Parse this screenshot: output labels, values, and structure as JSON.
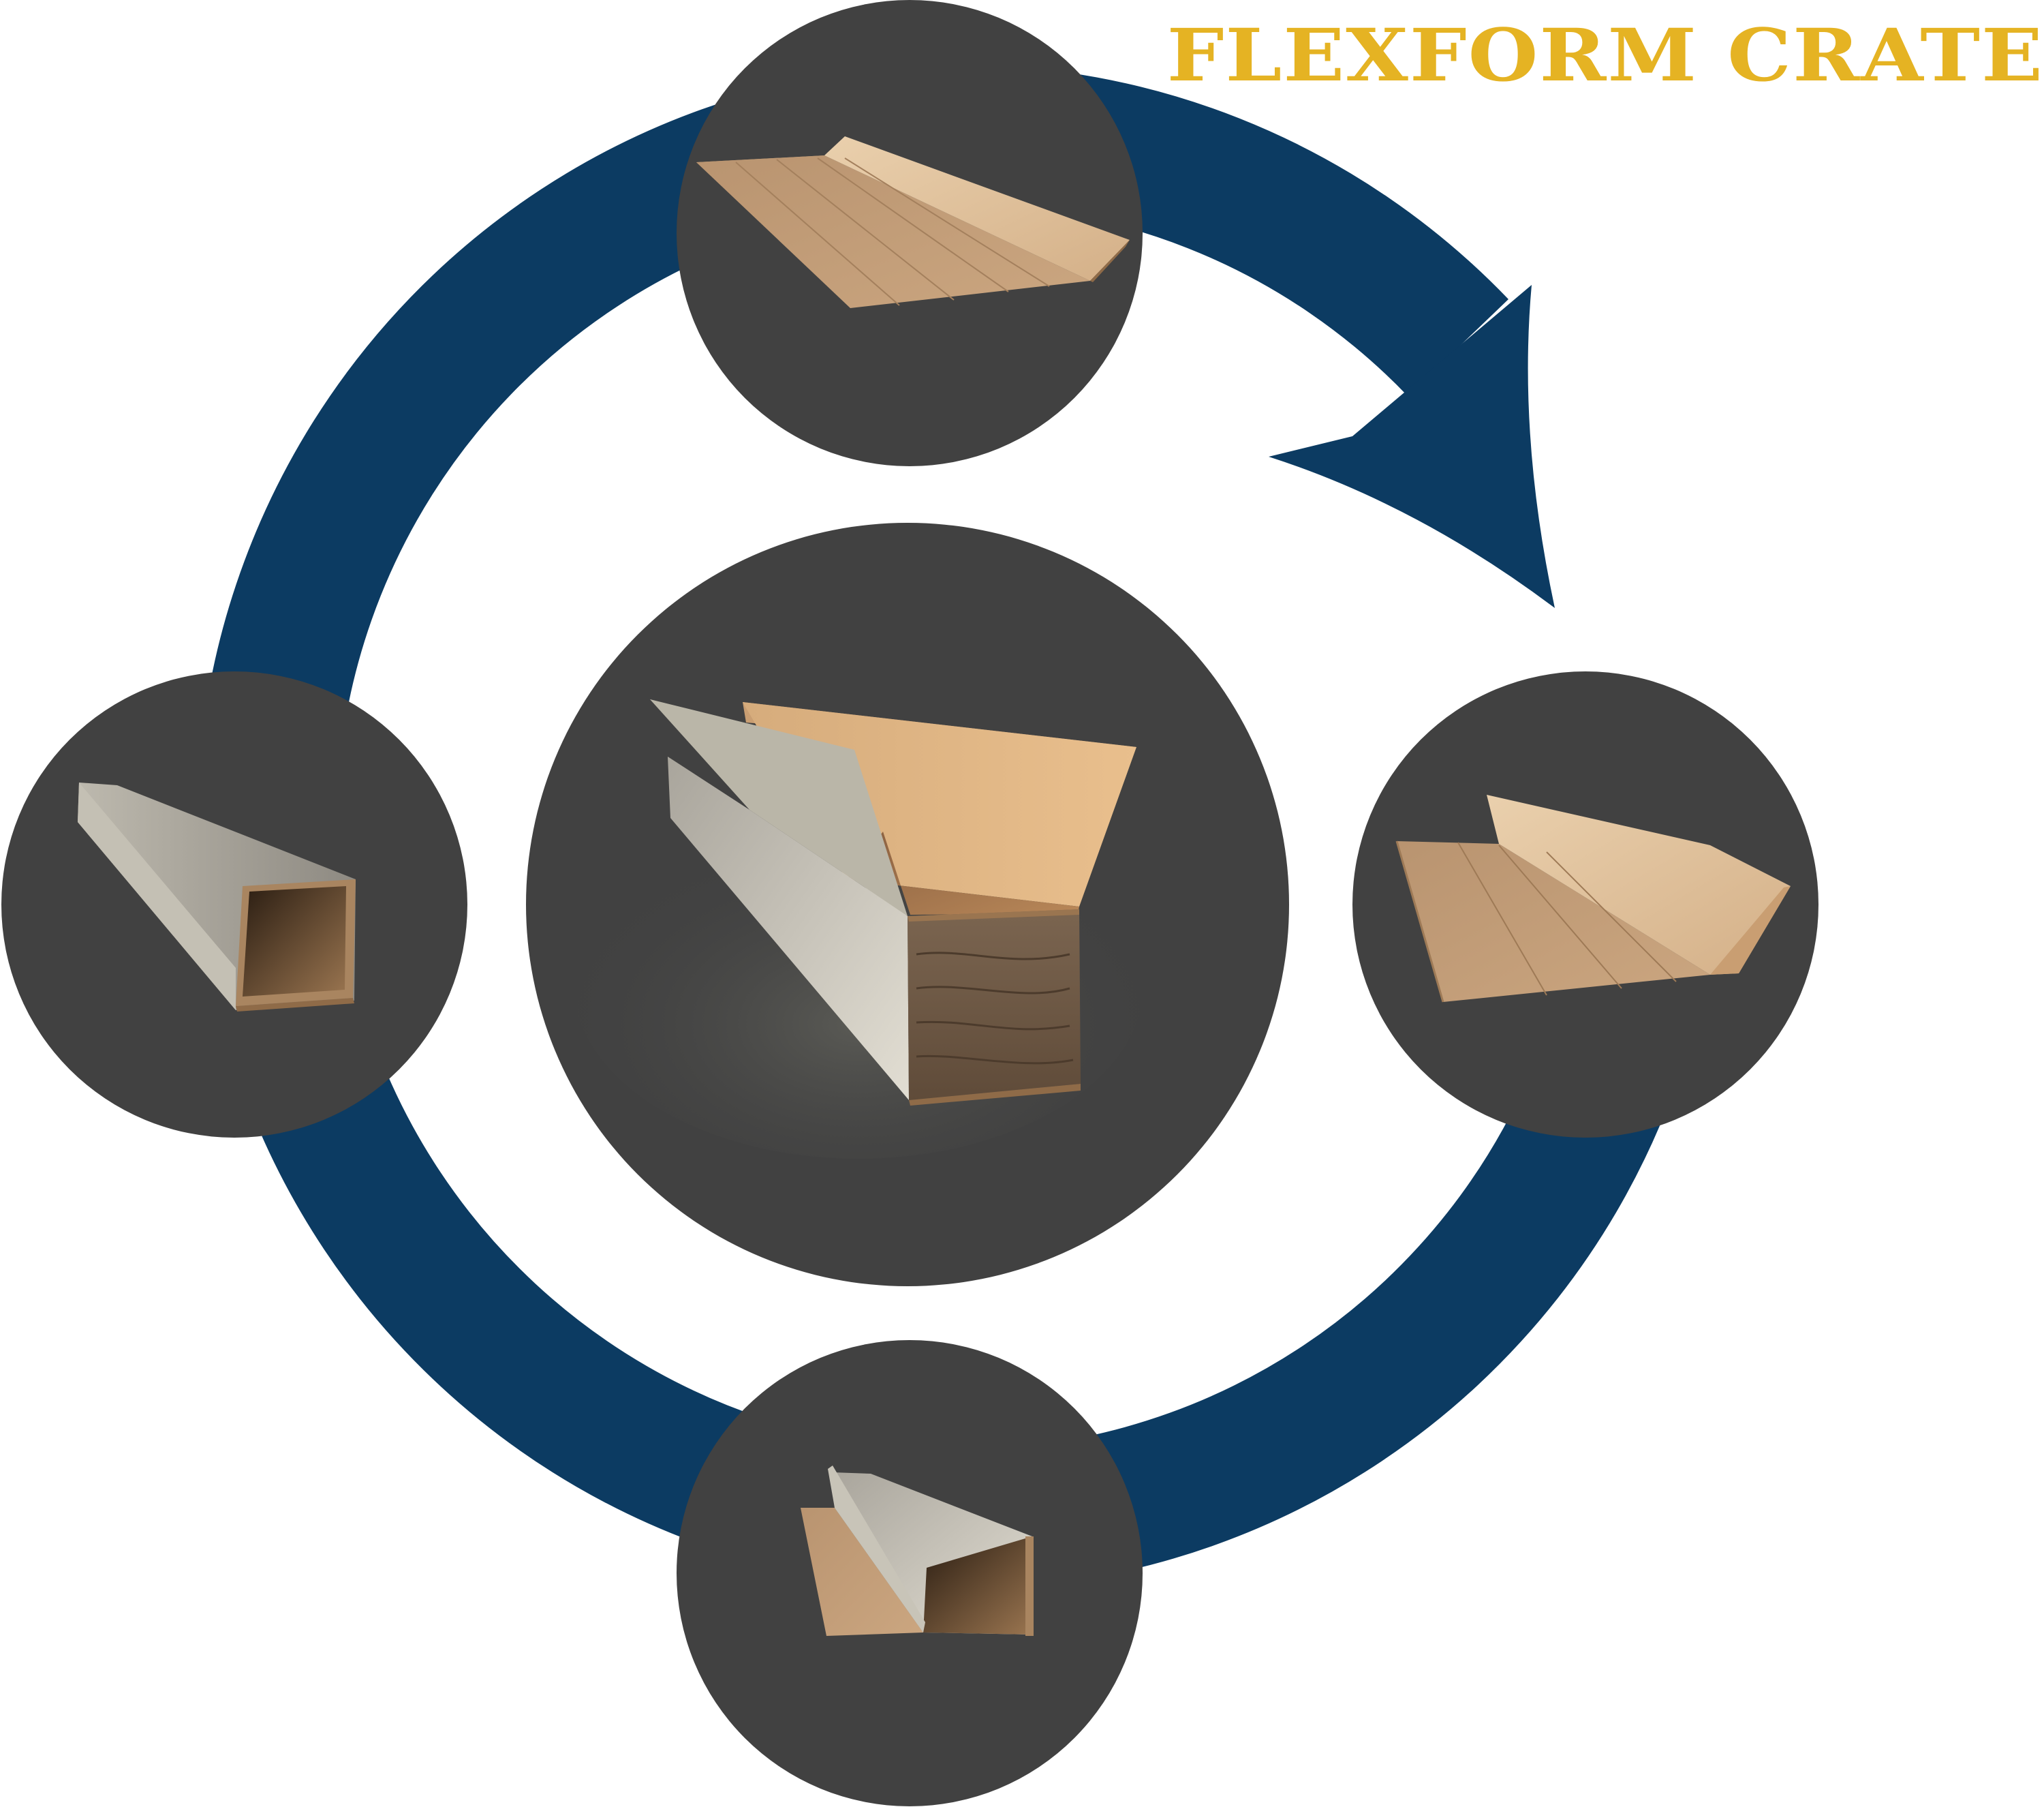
{
  "title": "FLEXFORM CRATE",
  "colors": {
    "title": "#e5b323",
    "arrow": "#0c3b62",
    "disc": "#414141",
    "background": "#ffffff",
    "kraft_light": "#e3c29c",
    "kraft_mid": "#c6a279",
    "kraft_dark": "#8f6b48",
    "board_white": "#d8d4c8",
    "wood_face": "#6e5844"
  },
  "stages": [
    {
      "name": "flat-panel-stage",
      "description_icon": "flat-panel-icon"
    },
    {
      "name": "unfolding-panel-stage",
      "description_icon": "unfolding-panel-icon"
    },
    {
      "name": "folding-box-stage",
      "description_icon": "folding-box-icon"
    },
    {
      "name": "closed-tube-stage",
      "description_icon": "closed-tube-icon"
    },
    {
      "name": "assembled-crate-stage",
      "description_icon": "assembled-crate-icon"
    }
  ],
  "cycle_direction": "clockwise"
}
